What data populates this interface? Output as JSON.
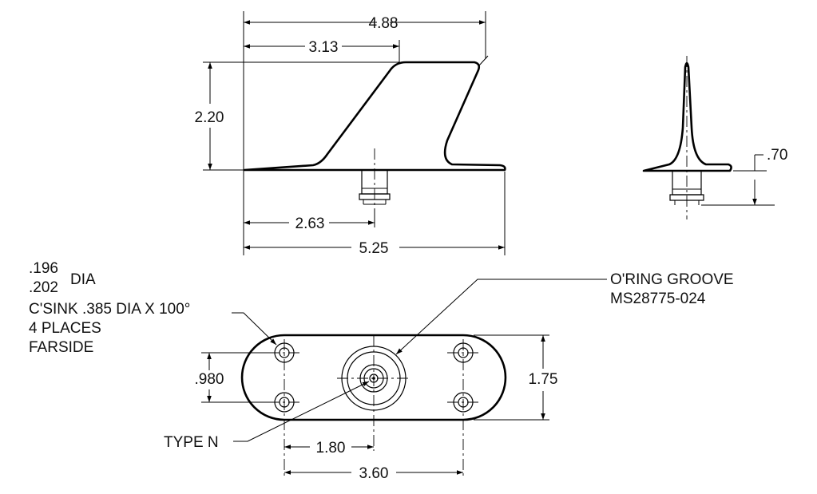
{
  "dimensions": {
    "overall_top_width": "4.88",
    "fin_offset": "3.13",
    "height": "2.20",
    "connector_offset": "2.63",
    "base_length": "5.25",
    "connector_length": ".70",
    "hole_spacing_vertical": ".980",
    "base_width": "1.75",
    "center_to_connector": "1.80",
    "hole_spacing_horizontal": "3.60"
  },
  "notes": {
    "hole_dia_top": ".196",
    "hole_dia_bottom": ".202",
    "hole_dia_suffix": "DIA",
    "countersink": "C'SINK .385 DIA X 100°",
    "places": "4 PLACES",
    "farside": "FARSIDE",
    "oring_line1": "O'RING GROOVE",
    "oring_line2": "MS28775-024",
    "connector_type": "TYPE N"
  }
}
